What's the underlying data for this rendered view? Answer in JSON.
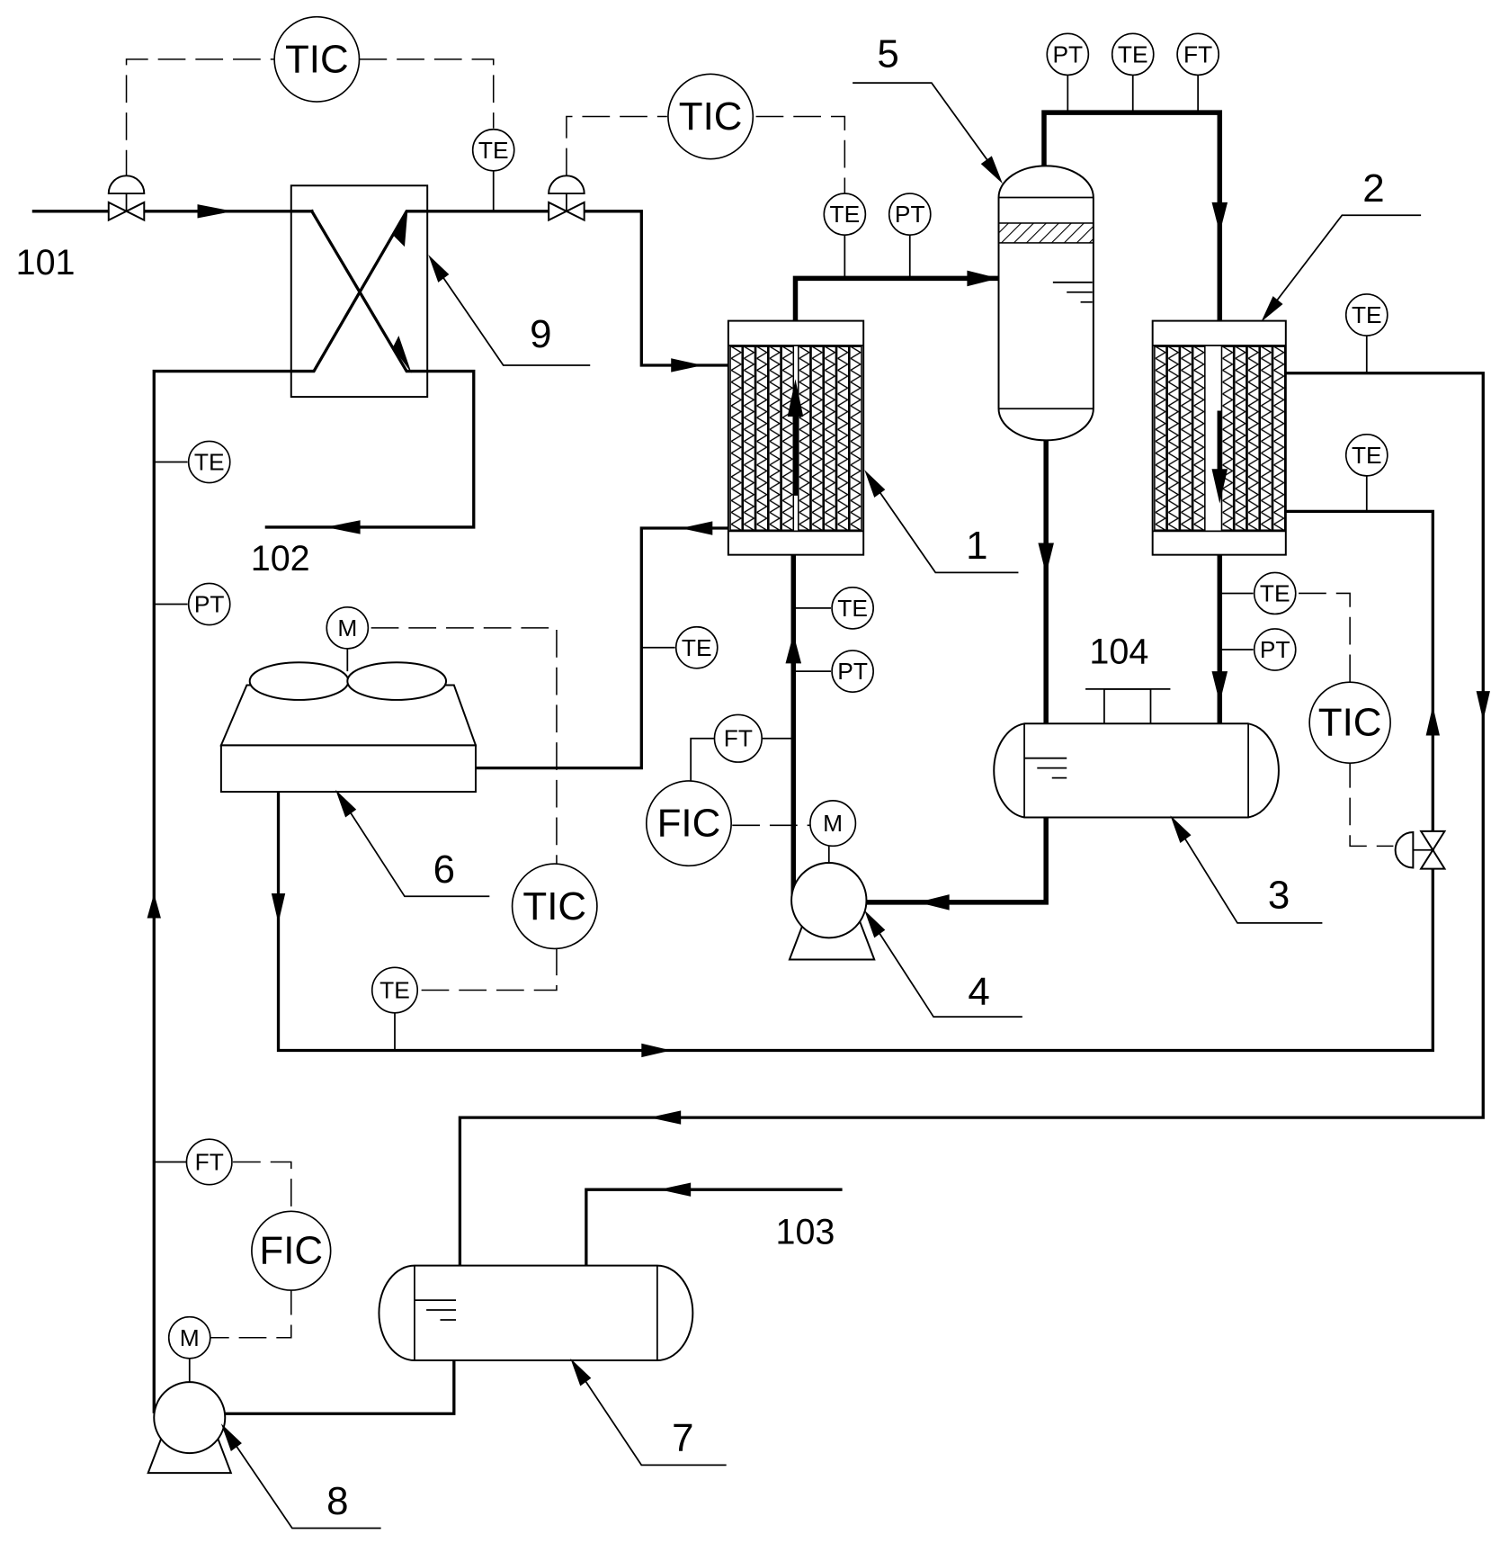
{
  "diagram": {
    "type": "process-flow-diagram",
    "background": "#ffffff",
    "line_color": "#000000"
  },
  "streams": {
    "s101": "101",
    "s102": "102",
    "s103": "103",
    "s104": "104"
  },
  "equipment_tags": {
    "e1": "1",
    "e2": "2",
    "e3": "3",
    "e4": "4",
    "e5": "5",
    "e6": "6",
    "e7": "7",
    "e8": "8",
    "e9": "9"
  },
  "instruments": {
    "tic_top_left": "TIC",
    "te_top_left": "TE",
    "tic_top_mid": "TIC",
    "te_top_mid": "TE",
    "pt_top_mid": "PT",
    "pt_sep": "PT",
    "te_sep": "TE",
    "ft_sep": "FT",
    "te_hx2_top": "TE",
    "te_hx2_mid": "TE",
    "te_hx2_out": "TE",
    "pt_hx2_out": "PT",
    "tic_right": "TIC",
    "te_left_riser": "TE",
    "pt_left_riser": "PT",
    "m_cooler": "M",
    "te_cooler_out": "TE",
    "te_hx1_in": "TE",
    "pt_hx1_in": "PT",
    "ft_pump4": "FT",
    "fic_pump4": "FIC",
    "m_pump4": "M",
    "tic_cooler": "TIC",
    "te_bottom_loop": "TE",
    "ft_pump8": "FT",
    "fic_pump8": "FIC",
    "m_pump8": "M"
  }
}
